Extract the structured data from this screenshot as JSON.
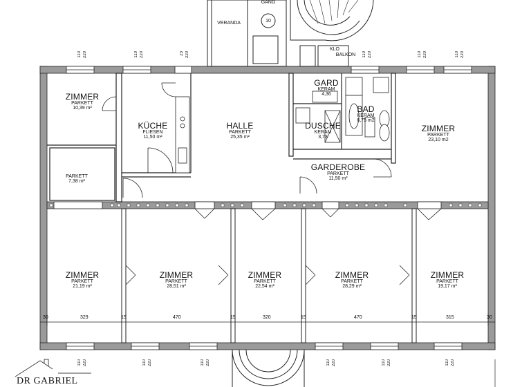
{
  "rooms": [
    {
      "id": "zimmer1",
      "name": "ZIMMER",
      "floor": "PARKETT",
      "area": "10,39 m²"
    },
    {
      "id": "kueche",
      "name": "KÜCHE",
      "floor": "FLIESEN",
      "area": "11,50 m²"
    },
    {
      "id": "halle",
      "name": "HALLE",
      "floor": "PARKETT",
      "area": "25,35 m²"
    },
    {
      "id": "gard",
      "name": "GARD",
      "floor": "KERAM",
      "area": "4,36"
    },
    {
      "id": "bad",
      "name": "BAD",
      "floor": "KERAM",
      "area": "6,75 m2"
    },
    {
      "id": "dusche",
      "name": "DUSCHE",
      "floor": "KERAM",
      "area": "3,73"
    },
    {
      "id": "zimmer2",
      "name": "ZIMMER",
      "floor": "PARKETT",
      "area": "23,10 m2"
    },
    {
      "id": "parkett",
      "name": "",
      "floor": "PARKETT",
      "area": "7,38 m²"
    },
    {
      "id": "garderobe",
      "name": "GARDEROBE",
      "floor": "PARKETT",
      "area": "11,50 m²"
    },
    {
      "id": "zimmer3",
      "name": "ZIMMER",
      "floor": "PARKETT",
      "area": "21,19 m²"
    },
    {
      "id": "zimmer4",
      "name": "ZIMMER",
      "floor": "PARKETT",
      "area": "28,51 m²"
    },
    {
      "id": "zimmer5",
      "name": "ZIMMER",
      "floor": "PARKETT",
      "area": "22,54 m²"
    },
    {
      "id": "zimmer6",
      "name": "ZIMMER",
      "floor": "PARKETT",
      "area": "28,29 m²"
    },
    {
      "id": "zimmer7",
      "name": "ZIMMER",
      "floor": "PARKETT",
      "area": "19,17 m²"
    }
  ],
  "top_labels": {
    "gang": "GANG",
    "veranda": "VERANDA",
    "klo": "KLO",
    "balkon": "BALKON",
    "stair_no": "10"
  },
  "dimensions": {
    "width_row": [
      "329",
      "470",
      "320",
      "470",
      "315"
    ],
    "edge_left": "30",
    "edge_right": "30",
    "wall": [
      "15",
      "15",
      "15",
      "15"
    ]
  },
  "window_dims": {
    "w": "110",
    "h": "220",
    "small_w": "23",
    "small_h": "220"
  },
  "logo": {
    "text": "DR GABRIEL"
  }
}
